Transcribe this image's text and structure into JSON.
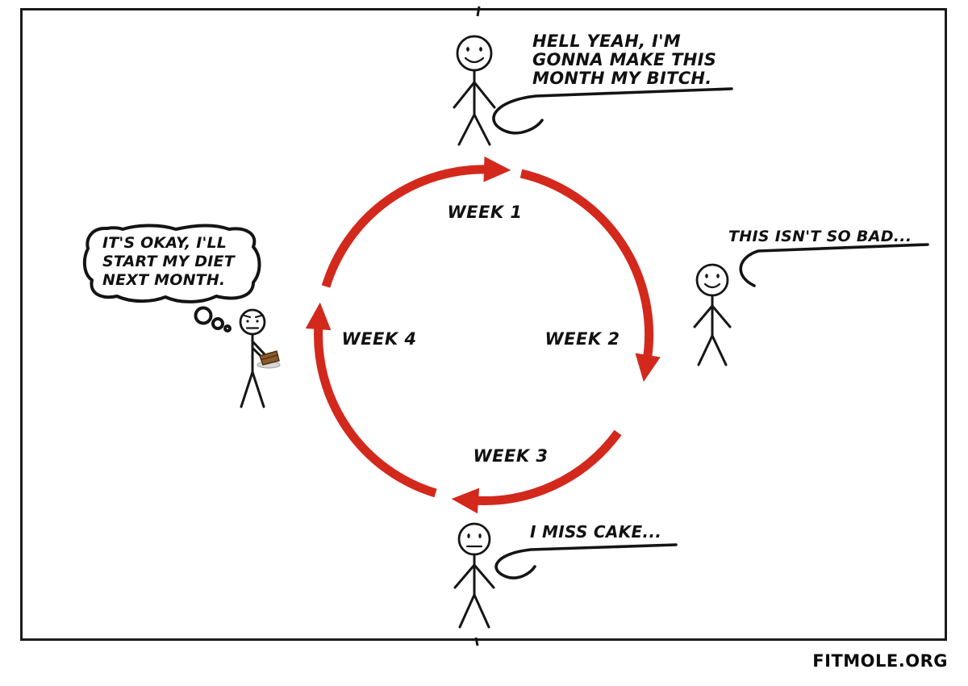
{
  "watermark": "FITMOLE.ORG",
  "cycle": {
    "arrow_color": "#d3291c",
    "weeks": {
      "week1": "WEEK 1",
      "week2": "WEEK 2",
      "week3": "WEEK 3",
      "week4": "WEEK 4"
    }
  },
  "speech": {
    "top": {
      "lines": [
        "HELL YEAH, I'M",
        "GONNA MAKE THIS",
        "MONTH MY BITCH."
      ]
    },
    "right": {
      "text": "THIS ISN'T SO BAD..."
    },
    "bottom": {
      "text": "I MISS CAKE..."
    },
    "left_thought": {
      "lines": [
        "IT'S OKAY, I'LL",
        "START MY DIET",
        "NEXT MONTH."
      ]
    }
  }
}
